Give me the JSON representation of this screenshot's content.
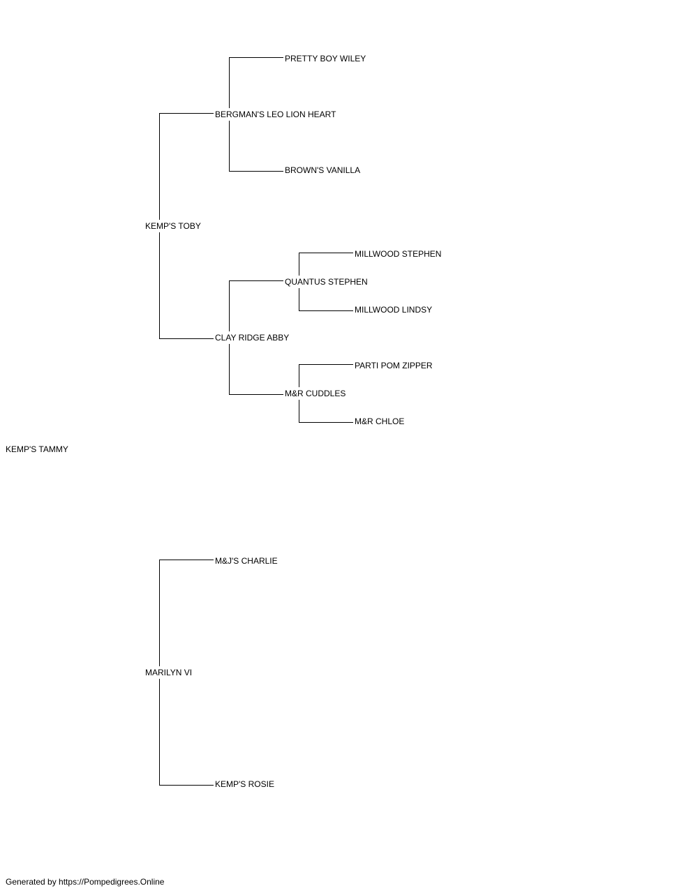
{
  "pedigree": {
    "subject": "KEMP'S TAMMY",
    "sire": "KEMP'S TOBY",
    "sire_sire": "BERGMAN'S LEO LION HEART",
    "sire_sire_sire": "PRETTY BOY WILEY",
    "sire_sire_dam": "BROWN'S VANILLA",
    "sire_dam": "CLAY RIDGE ABBY",
    "sire_dam_sire": "QUANTUS STEPHEN",
    "sire_dam_sire_sire": "MILLWOOD STEPHEN",
    "sire_dam_sire_dam": "MILLWOOD LINDSY",
    "sire_dam_dam": "M&R CUDDLES",
    "sire_dam_dam_sire": "PARTI POM ZIPPER",
    "sire_dam_dam_dam": "M&R CHLOE",
    "dam": "MARILYN VI",
    "dam_sire": "M&J'S CHARLIE",
    "dam_dam": "KEMP'S ROSIE"
  },
  "footer": {
    "text": "Generated by https://Pompedigrees.Online"
  },
  "colors": {
    "line": "#000000",
    "text": "#000000",
    "background": "#ffffff"
  }
}
